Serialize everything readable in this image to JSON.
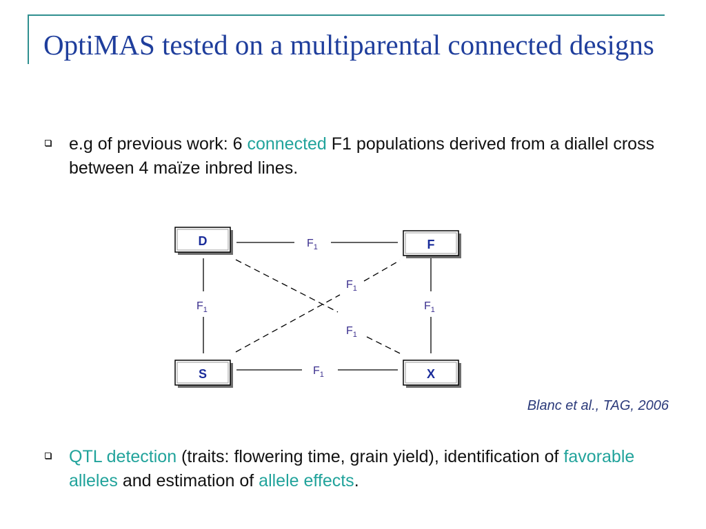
{
  "slide": {
    "title": "OptiMAS tested on a multiparental connected designs",
    "bullet_1": {
      "text_before": "e.g of previous work: 6 ",
      "highlight": "connected",
      "text_after": " F1 populations derived from a diallel cross between 4 maïze inbred lines."
    },
    "bullet_2": {
      "highlight_1": "QTL detection",
      "text_1": " (traits: flowering time, grain yield), identification of ",
      "highlight_2": "favorable alleles",
      "text_2": " and estimation of ",
      "highlight_3": "allele effects",
      "text_3": "."
    },
    "citation": "Blanc et al., TAG, 2006"
  },
  "diagram": {
    "nodes": {
      "d": "D",
      "f": "F",
      "s": "S",
      "x": "X"
    },
    "edge_label_main": "F",
    "edge_label_sub": "1"
  },
  "colors": {
    "title": "#1f3e9c",
    "accent": "#21a39b",
    "rule": "#2e8f8f",
    "node_label": "#1a2c9a",
    "edge_label": "#3b2f8e",
    "citation": "#2b3a7a"
  }
}
